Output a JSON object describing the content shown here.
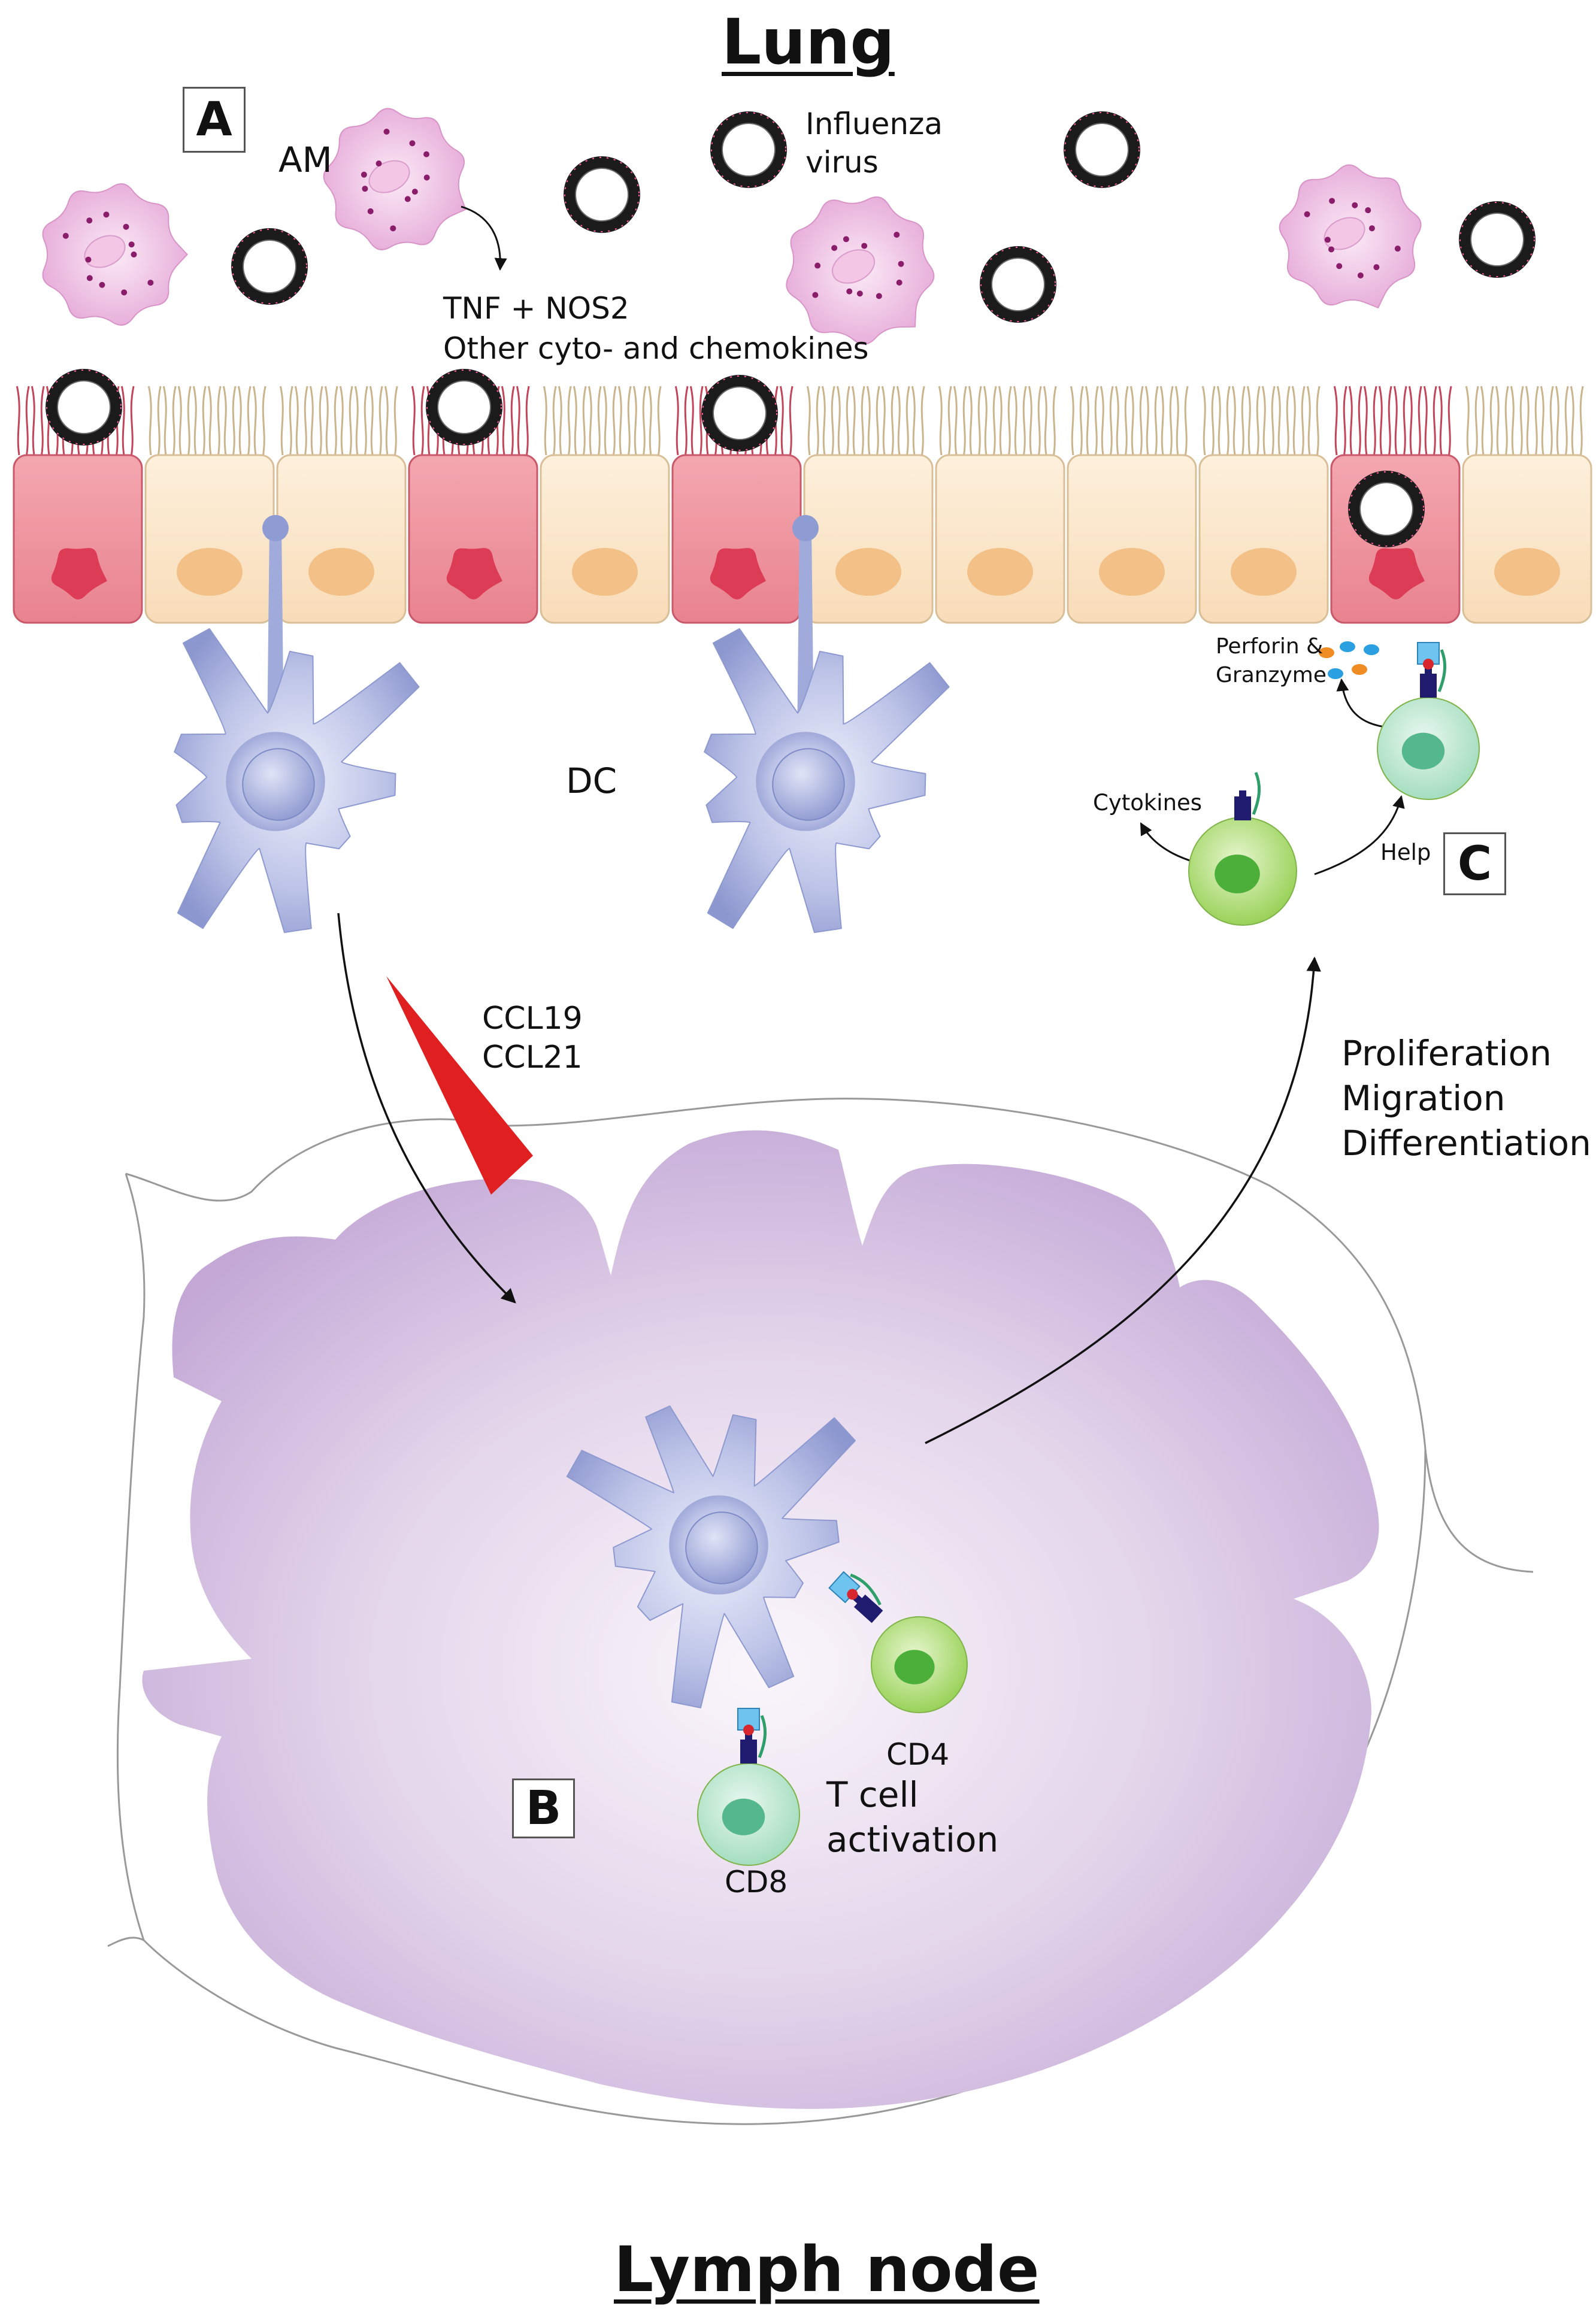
{
  "titles": {
    "lung": "Lung",
    "lymph_node": "Lymph node"
  },
  "panels": {
    "a": "A",
    "b": "B",
    "c": "C"
  },
  "labels": {
    "am": "AM",
    "influenza_line1": "Influenza",
    "influenza_line2": "virus",
    "tnf": "TNF + NOS2",
    "cytokines_chemokines": "Other cyto- and chemokines",
    "dc": "DC",
    "ccl19": "CCL19",
    "ccl21": "CCL21",
    "proliferation": "Proliferation",
    "migration": "Migration",
    "differentiation": "Differentiation",
    "perforin_line1": "Perforin &",
    "perforin_line2": "Granzyme",
    "cytokines": "Cytokines",
    "help": "Help",
    "cd4": "CD4",
    "cd8": "CD8",
    "tcell_line1": "T cell",
    "tcell_line2": "activation"
  },
  "colors": {
    "macrophage": "#eab4dc",
    "infected_cell": "#f19aa4",
    "healthy_cell": "#fce8cc",
    "dendritic_cell": "#a7b1df",
    "lymph_node": "#cfb9de",
    "cd4_cell": "#a7d96a",
    "cd8_cell": "#a8e3c3",
    "chemokine_gradient": "#e02020"
  }
}
